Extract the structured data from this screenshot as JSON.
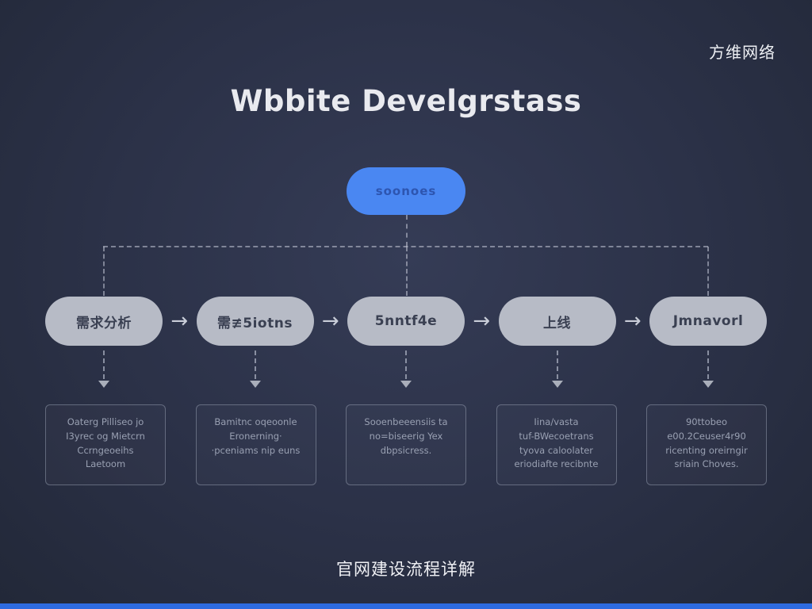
{
  "brand": "方维网络",
  "title": "Wbbite Develgrstass",
  "root": {
    "label": "soonoes"
  },
  "steps": [
    {
      "label": "需求分析",
      "desc": "Oaterg Pilliseo jo\nI3yrec og Mietcrn\nCcrngeoeihs\nLaetoom"
    },
    {
      "label": "需≢5iotns",
      "desc": "Bamitnc oqeoonle\nEronerning·\n·pceniams nip euns"
    },
    {
      "label": "5nntf4e",
      "desc": "Sooenbeeensiis ta\nno=biseerig Yex\ndbpsicress."
    },
    {
      "label": "上线",
      "desc": "Iina/vasta\ntuf-BWecoetrans\ntyova caloolater\neriodiafte recibnte"
    },
    {
      "label": "Jmnavorl",
      "desc": "90ttobeo\ne00.2Ceuser4r90\nricenting oreirngir\nsriain Choves."
    }
  ],
  "icons": {
    "arrow_right": "→"
  },
  "caption": "官网建设流程详解",
  "colors": {
    "background": "#2b3147",
    "accent_blue": "#4a87f2",
    "pill_gray": "#b7bbc6",
    "bottom_bar": "#2e6be0"
  }
}
